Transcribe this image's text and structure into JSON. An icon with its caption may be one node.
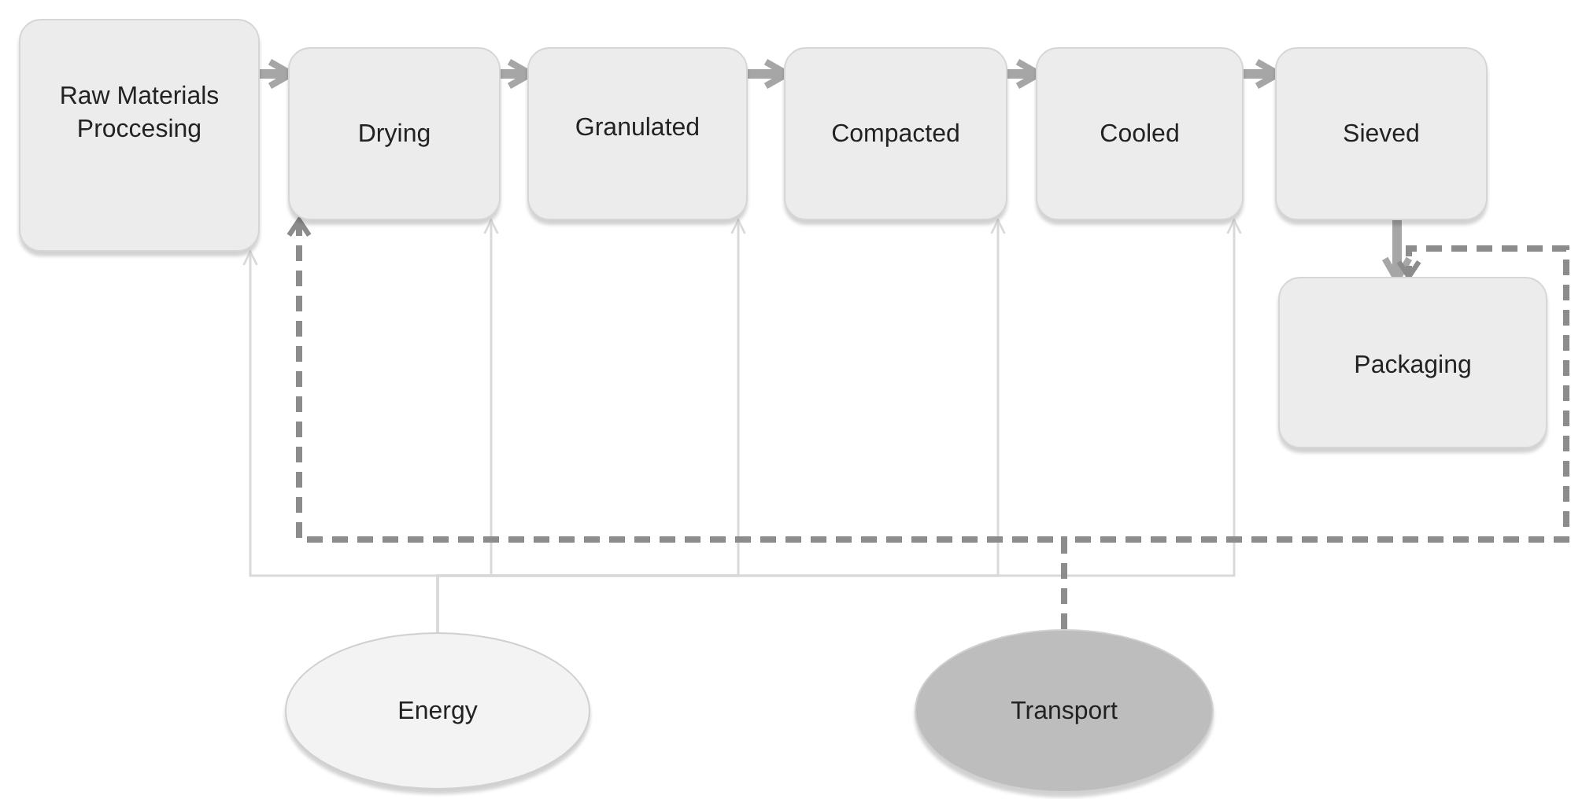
{
  "diagram": {
    "nodes": [
      {
        "text": [
          "Raw Materials Proccesing"
        ]
      },
      {
        "text": [
          "Drying"
        ]
      },
      {
        "text": [
          "Granulated"
        ]
      },
      {
        "text": [
          "Compacted"
        ]
      },
      {
        "text": [
          "Cooled"
        ]
      },
      {
        "text": [
          "Sieved"
        ]
      },
      {
        "text": [
          "Packaging"
        ]
      },
      {
        "text": [
          "Energy"
        ]
      },
      {
        "text": [
          "Transport"
        ]
      }
    ],
    "edges": [
      {
        "from": 0,
        "to": 1,
        "arrow": "to"
      },
      {
        "from": 1,
        "to": 2,
        "arrow": "to"
      },
      {
        "from": 2,
        "to": 3,
        "arrow": "to"
      },
      {
        "from": 3,
        "to": 4,
        "arrow": "to"
      },
      {
        "from": 4,
        "to": 5,
        "arrow": "to"
      },
      {
        "from": 5,
        "to": 6,
        "arrow": "to"
      },
      {
        "from": 7,
        "to": 0,
        "arrow": "to",
        "color": "#d9d9d9"
      },
      {
        "from": 7,
        "to": 1,
        "arrow": "to",
        "color": "#d9d9d9"
      },
      {
        "from": 7,
        "to": 2,
        "arrow": "to",
        "color": "#d9d9d9"
      },
      {
        "from": 7,
        "to": 3,
        "arrow": "to",
        "color": "#d9d9d9"
      },
      {
        "from": 7,
        "to": 4,
        "arrow": "to",
        "color": "#d9d9d9"
      },
      {
        "from": 8,
        "to": 1,
        "arrow": "to",
        "style": "dashed",
        "color": "#8c8c8c"
      },
      {
        "from": 8,
        "to": 6,
        "arrow": "to",
        "style": "dashed",
        "color": "#8c8c8c"
      }
    ]
  }
}
